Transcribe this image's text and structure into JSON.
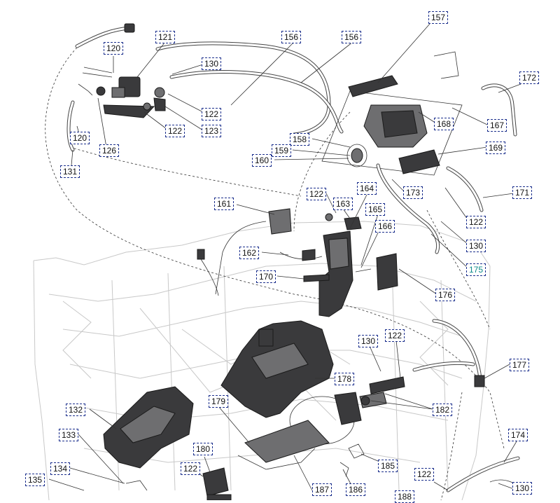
{
  "callouts": [
    {
      "id": "c157",
      "label": "157"
    },
    {
      "id": "c121",
      "label": "121"
    },
    {
      "id": "c156a",
      "label": "156"
    },
    {
      "id": "c156b",
      "label": "156"
    },
    {
      "id": "c120a",
      "label": "120"
    },
    {
      "id": "c130a",
      "label": "130"
    },
    {
      "id": "c172",
      "label": "172"
    },
    {
      "id": "c122a",
      "label": "122"
    },
    {
      "id": "c123",
      "label": "123"
    },
    {
      "id": "c122b",
      "label": "122"
    },
    {
      "id": "c168",
      "label": "168"
    },
    {
      "id": "c167",
      "label": "167"
    },
    {
      "id": "c120b",
      "label": "120"
    },
    {
      "id": "c126",
      "label": "126"
    },
    {
      "id": "c158",
      "label": "158"
    },
    {
      "id": "c159",
      "label": "159"
    },
    {
      "id": "c169",
      "label": "169"
    },
    {
      "id": "c160",
      "label": "160"
    },
    {
      "id": "c131",
      "label": "131"
    },
    {
      "id": "c122c",
      "label": "122"
    },
    {
      "id": "c164",
      "label": "164"
    },
    {
      "id": "c173",
      "label": "173"
    },
    {
      "id": "c171",
      "label": "171"
    },
    {
      "id": "c161",
      "label": "161"
    },
    {
      "id": "c163",
      "label": "163"
    },
    {
      "id": "c165",
      "label": "165"
    },
    {
      "id": "c122d",
      "label": "122"
    },
    {
      "id": "c166",
      "label": "166"
    },
    {
      "id": "c130b",
      "label": "130"
    },
    {
      "id": "c162",
      "label": "162"
    },
    {
      "id": "c175",
      "label": "175",
      "accent": true
    },
    {
      "id": "c170",
      "label": "170"
    },
    {
      "id": "c176",
      "label": "176"
    },
    {
      "id": "c130c",
      "label": "130"
    },
    {
      "id": "c122e",
      "label": "122"
    },
    {
      "id": "c177",
      "label": "177"
    },
    {
      "id": "c178",
      "label": "178"
    },
    {
      "id": "c132",
      "label": "132"
    },
    {
      "id": "c179",
      "label": "179"
    },
    {
      "id": "c182",
      "label": "182"
    },
    {
      "id": "c133",
      "label": "133"
    },
    {
      "id": "c174",
      "label": "174"
    },
    {
      "id": "c180",
      "label": "180"
    },
    {
      "id": "c134",
      "label": "134"
    },
    {
      "id": "c122f",
      "label": "122"
    },
    {
      "id": "c185",
      "label": "185"
    },
    {
      "id": "c122g",
      "label": "122"
    },
    {
      "id": "c135",
      "label": "135"
    },
    {
      "id": "c187",
      "label": "187"
    },
    {
      "id": "c186",
      "label": "186"
    },
    {
      "id": "c188",
      "label": "188"
    },
    {
      "id": "c130d",
      "label": "130"
    }
  ],
  "colors": {
    "callout_border": "#1a2e8c",
    "callout_accent_text": "#0c8a8a",
    "part_fill": "#3a3a3c",
    "frame_line": "#c8c8c8"
  }
}
